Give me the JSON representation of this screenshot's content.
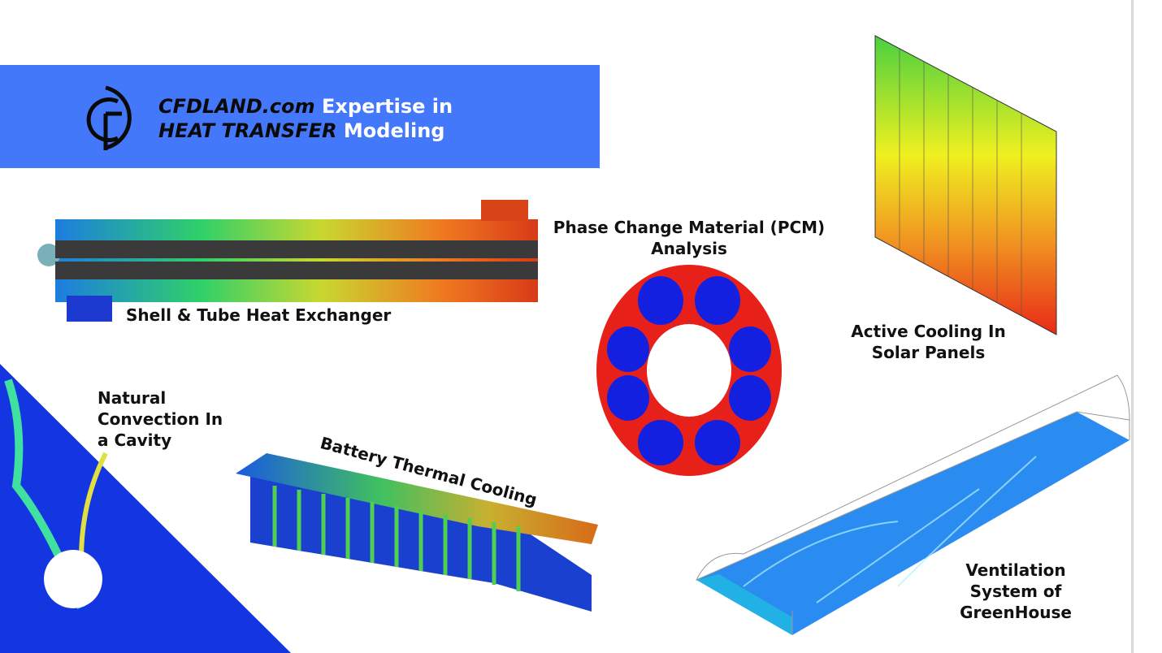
{
  "banner": {
    "brand": "CFDLAND.com",
    "line1_rest": "Expertise in",
    "topic": "HEAT TRANSFER",
    "line2_rest": "Modeling",
    "logo_letters": "CF",
    "color": "#4378fb"
  },
  "labels": {
    "shell_tube": "Shell & Tube Heat Exchanger",
    "pcm_line1": "Phase Change Material (PCM)",
    "pcm_line2": "Analysis",
    "solar_line1": "Active Cooling In",
    "solar_line2": "Solar Panels",
    "cavity_line1": "Natural",
    "cavity_line2": "Convection In",
    "cavity_line3": "a Cavity",
    "battery": "Battery Thermal Cooling",
    "greenhouse_line1": "Ventilation",
    "greenhouse_line2": "System of",
    "greenhouse_line3": "GreenHouse"
  }
}
